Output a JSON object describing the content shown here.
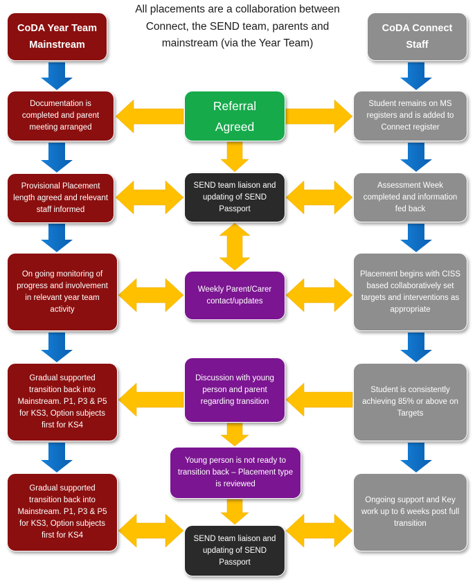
{
  "header": {
    "line1": "All placements are a collaboration between",
    "line2": "Connect, the SEND team, parents and",
    "line3": "mainstream (via the Year Team)"
  },
  "left": {
    "title_line1": "CoDA Year Team",
    "title_line2": "Mainstream",
    "box1": "Documentation is completed and parent meeting arranged",
    "box2": "Provisional Placement length agreed and relevant staff informed",
    "box3": "On going monitoring of progress and involvement in relevant year team activity",
    "box4": "Gradual supported transition back into Mainstream. P1, P3 & P5 for KS3, Option subjects first for KS4",
    "box5": "Gradual supported transition back into Mainstream. P1, P3 & P5 for KS3, Option subjects first for KS4"
  },
  "center": {
    "referral_line1": "Referral",
    "referral_line2": "Agreed",
    "box1": "SEND team liaison and updating of SEND Passport",
    "box2": "Weekly Parent/Carer contact/updates",
    "box3": "Discussion with young person and parent regarding transition",
    "box4": "Young person is not ready to transition back – Placement type is reviewed",
    "box5": "SEND team liaison and updating of SEND Passport"
  },
  "right": {
    "title_line1": "CoDA Connect",
    "title_line2": "Staff",
    "box1": "Student remains on MS registers and is added to Connect register",
    "box2": "Assessment Week completed and information fed back",
    "box3": "Placement begins with CISS based collaboratively set targets and interventions as appropriate",
    "box4": "Student is consistently achieving 85% or above on Targets",
    "box5": "Ongoing support and Key work up to 6 weeks post full transition"
  },
  "colors": {
    "mainstream": "#8b0f0f",
    "connect": "#8e8e8e",
    "referral": "#16aa4b",
    "send": "#2a2a2a",
    "parent": "#7b1591",
    "arrow_down_blue": "#0a6cc4",
    "arrow_yellow": "#ffc000"
  }
}
